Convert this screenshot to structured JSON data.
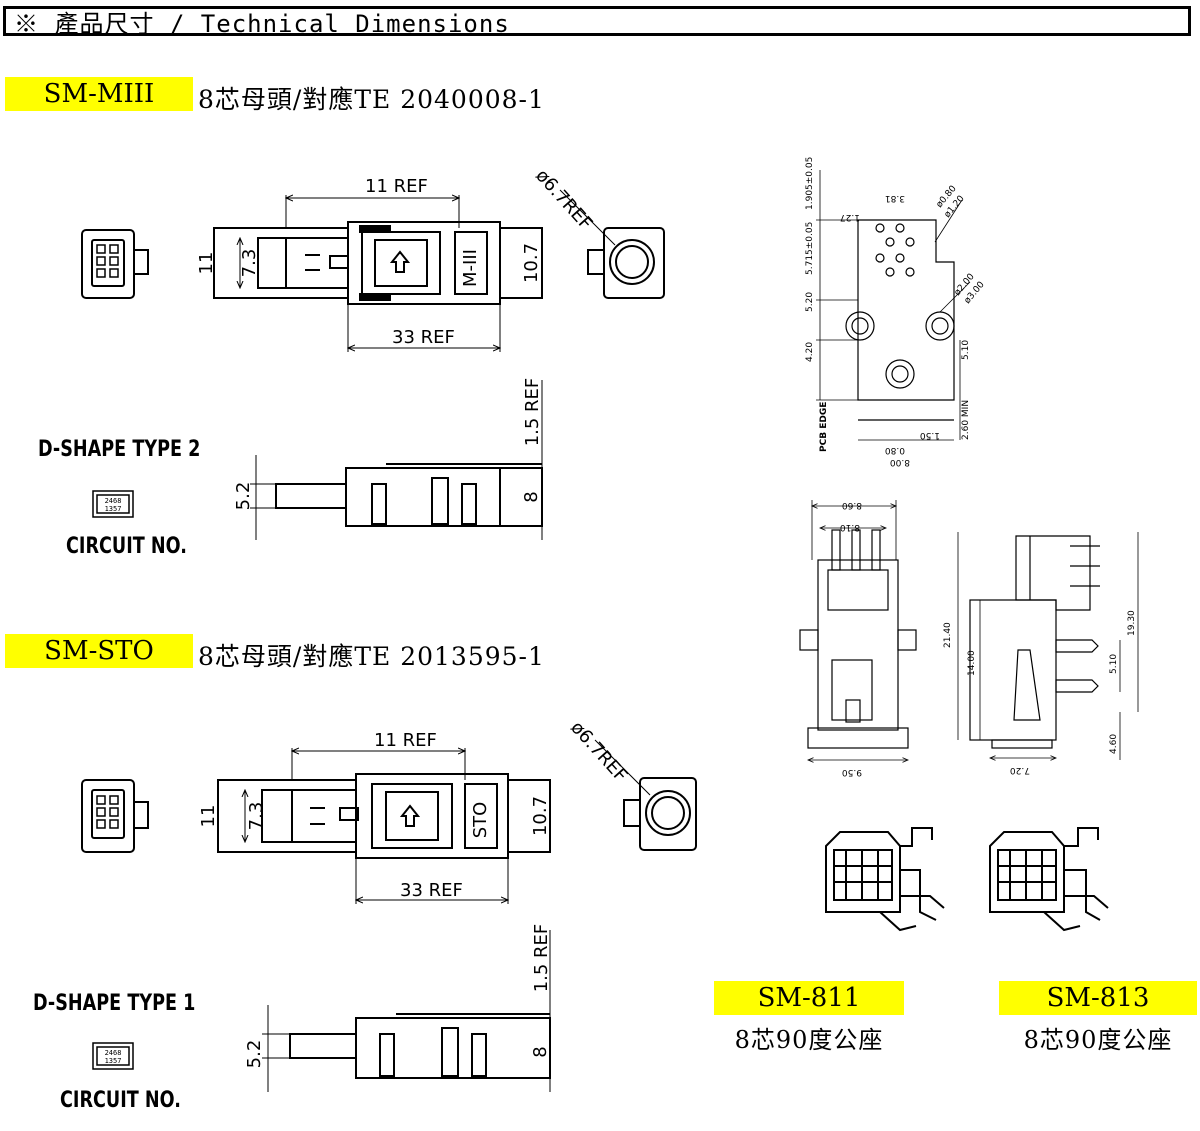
{
  "header": {
    "title": "※ 產品尺寸 / Technical Dimensions"
  },
  "products": {
    "miii": {
      "model": "SM-MIII",
      "desc": "8芯母頭/對應TE 2040008-1",
      "dshape": "D-SHAPE TYPE 2",
      "circuit": "CIRCUIT NO.",
      "pin_top": "2468",
      "pin_bottom": "1357",
      "mark": "M-III"
    },
    "sto": {
      "model": "SM-STO",
      "desc": "8芯母頭/對應TE 2013595-1",
      "dshape": "D-SHAPE TYPE 1",
      "circuit": "CIRCUIT NO.",
      "pin_top": "2468",
      "pin_bottom": "1357",
      "mark": "STO"
    },
    "sm811": {
      "model": "SM-811",
      "desc": "8芯90度公座"
    },
    "sm813": {
      "model": "SM-813",
      "desc": "8芯90度公座"
    }
  },
  "dims": {
    "ref11": "11 REF",
    "ref33": "33 REF",
    "dia": "ø6.7REF",
    "ref15": "1.5 REF",
    "h11": "11",
    "h73": "7.3",
    "h107": "10.7",
    "h52": "5.2",
    "h8": "8",
    "pcb": {
      "d1905": "1.905±0.05",
      "d127": "1.27",
      "d381": "3.81",
      "d5715": "5.715±0.05",
      "phi08": "ø0.80",
      "phi12": "ø1.20",
      "phi20": "ø2.00",
      "phi30": "ø3.00",
      "d520": "5.20",
      "d420": "4.20",
      "d510": "5.10",
      "d260": "2.60 MIN",
      "d080": "0.80",
      "d150": "1.50",
      "d800": "8.00",
      "edge": "PCB EDGE"
    },
    "front": {
      "d860": "8.60",
      "d810": "8.10",
      "d950": "9.50"
    },
    "side": {
      "d2140": "21.40",
      "d1400": "14.00",
      "d1930": "19.30",
      "d510": "5.10",
      "d720": "7.20",
      "d460": "4.60"
    }
  }
}
